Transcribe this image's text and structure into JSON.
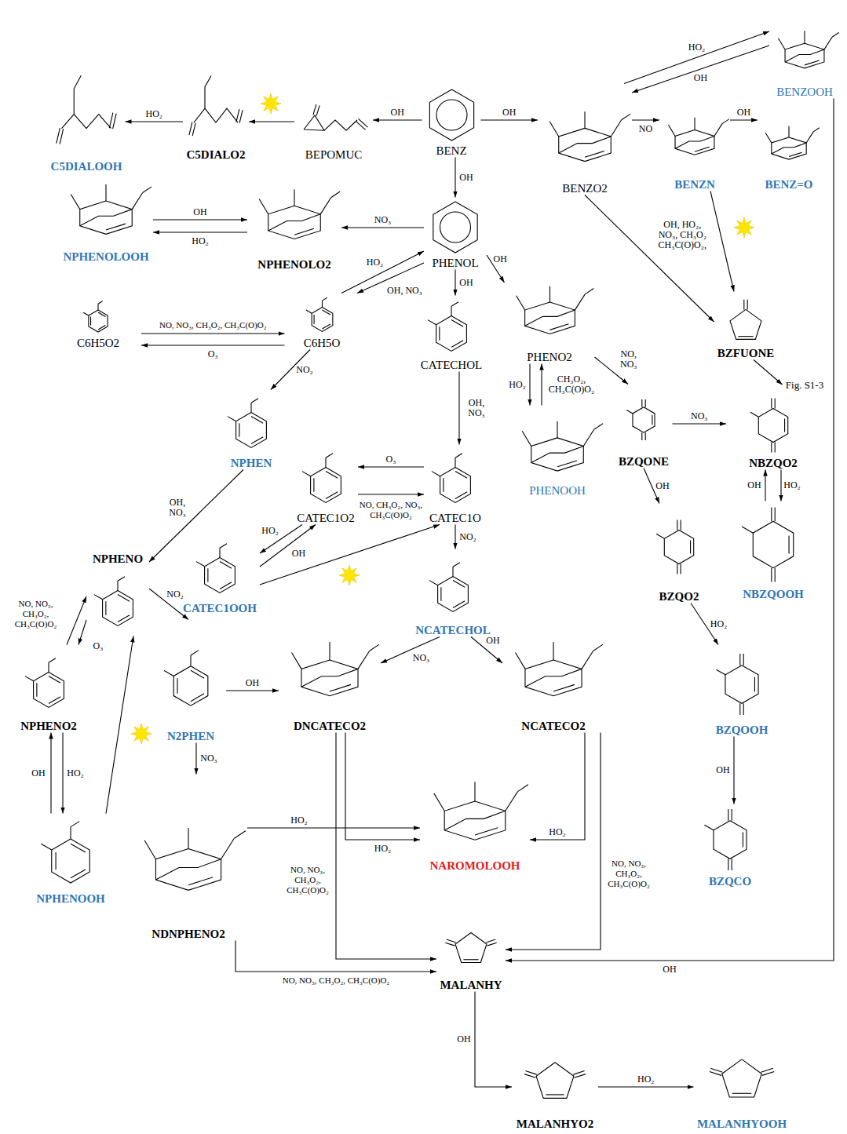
{
  "diagram": {
    "nodes": [
      {
        "text": [
          "BENZ"
        ]
      },
      {
        "text": [
          "BEPOMUC"
        ]
      },
      {
        "text": [
          "C5DIALO2"
        ]
      },
      {
        "text": [
          "C5DIALOOH"
        ]
      },
      {
        "text": [
          "BENZO2"
        ]
      },
      {
        "text": [
          "BENZOOH"
        ]
      },
      {
        "text": [
          "BENZN"
        ]
      },
      {
        "text": [
          "BENZ=O"
        ]
      },
      {
        "text": [
          "PHENOL"
        ]
      },
      {
        "text": [
          "NPHENOLO2"
        ]
      },
      {
        "text": [
          "NPHENOLOOH"
        ]
      },
      {
        "text": [
          "C6H5O2"
        ]
      },
      {
        "text": [
          "C6H5O"
        ]
      },
      {
        "text": [
          "CATECHOL"
        ]
      },
      {
        "text": [
          "PHENO2"
        ]
      },
      {
        "text": [
          "PHENOOH"
        ]
      },
      {
        "text": [
          "BZFUONE"
        ]
      },
      {
        "text": [
          "Fig. S1-3"
        ]
      },
      {
        "text": [
          "BZQONE"
        ]
      },
      {
        "text": [
          "NBZQO2"
        ]
      },
      {
        "text": [
          "NBZQOOH"
        ]
      },
      {
        "text": [
          "NPHEN"
        ]
      },
      {
        "text": [
          "CATEC1O2"
        ]
      },
      {
        "text": [
          "CATEC1O"
        ]
      },
      {
        "text": [
          "CATEC1OOH"
        ]
      },
      {
        "text": [
          "NPHENO"
        ]
      },
      {
        "text": [
          "NCATECHOL"
        ]
      },
      {
        "text": [
          "BZQO2"
        ]
      },
      {
        "text": [
          "NPHENO2"
        ]
      },
      {
        "text": [
          "N2PHEN"
        ]
      },
      {
        "text": [
          "DNCATECO2"
        ]
      },
      {
        "text": [
          "NCATECO2"
        ]
      },
      {
        "text": [
          "BZQOOH"
        ]
      },
      {
        "text": [
          "NAROMOLOOH"
        ]
      },
      {
        "text": [
          "BZQCO"
        ]
      },
      {
        "text": [
          "NPHENOOH"
        ]
      },
      {
        "text": [
          "NDNPHENO2"
        ]
      },
      {
        "text": [
          "MALANHY"
        ]
      },
      {
        "text": [
          "MALANHYO2"
        ]
      },
      {
        "text": [
          "MALANHYOOH"
        ]
      }
    ],
    "edges": [
      {
        "from": 0,
        "to": 1,
        "arrow": "to",
        "label": "OH"
      },
      {
        "from": 1,
        "to": 2,
        "arrow": "to"
      },
      {
        "from": 2,
        "to": 3,
        "arrow": "to",
        "label": "HO₂"
      },
      {
        "from": 0,
        "to": 4,
        "arrow": "to",
        "label": "OH"
      },
      {
        "from": 4,
        "to": 5,
        "arrow": "to",
        "label": "HO₂"
      },
      {
        "from": 5,
        "to": 4,
        "arrow": "to",
        "label": "OH"
      },
      {
        "from": 4,
        "to": 6,
        "arrow": "to",
        "label": "NO"
      },
      {
        "from": 6,
        "to": 7,
        "arrow": "to",
        "label": "OH"
      },
      {
        "from": 6,
        "to": 16,
        "arrow": "to"
      },
      {
        "from": 4,
        "to": 16,
        "arrow": "to",
        "label": "OH, HO₂, NO₃, CH₃O₂ CH₃C(O)O₂,"
      },
      {
        "from": 5,
        "to": 37,
        "arrow": "to",
        "label": "OH"
      },
      {
        "from": 16,
        "to": 17,
        "arrow": "to"
      },
      {
        "from": 0,
        "to": 8,
        "arrow": "to",
        "label": "OH"
      },
      {
        "from": 8,
        "to": 9,
        "arrow": "to",
        "label": "NO₃"
      },
      {
        "from": 10,
        "to": 9,
        "arrow": "to",
        "label": "OH"
      },
      {
        "from": 9,
        "to": 10,
        "arrow": "to",
        "label": "HO₂"
      },
      {
        "from": 8,
        "to": 12,
        "arrow": "to",
        "label": "OH, NO₃"
      },
      {
        "from": 12,
        "to": 8,
        "arrow": "to",
        "label": "HO₂"
      },
      {
        "from": 11,
        "to": 12,
        "arrow": "to",
        "label": "NO, NO₃, CH₃O₂, CH₃C(O)O₂"
      },
      {
        "from": 12,
        "to": 11,
        "arrow": "to",
        "label": "O₃"
      },
      {
        "from": 8,
        "to": 13,
        "arrow": "to",
        "label": "OH"
      },
      {
        "from": 8,
        "to": 14,
        "arrow": "to",
        "label": "OH"
      },
      {
        "from": 14,
        "to": 15,
        "arrow": "to",
        "label": "HO₂"
      },
      {
        "from": 15,
        "to": 14,
        "arrow": "to"
      },
      {
        "from": 14,
        "to": 18,
        "arrow": "to",
        "label": "NO, NO₃"
      },
      {
        "from": 18,
        "to": 19,
        "arrow": "to",
        "label": "NO₃"
      },
      {
        "from": 19,
        "to": 20,
        "arrow": "to",
        "label": "HO₂"
      },
      {
        "from": 20,
        "to": 19,
        "arrow": "to",
        "label": "OH"
      },
      {
        "from": 18,
        "to": 27,
        "arrow": "to",
        "label": "OH"
      },
      {
        "from": 27,
        "to": 32,
        "arrow": "to",
        "label": "HO₂"
      },
      {
        "from": 32,
        "to": 34,
        "arrow": "to",
        "label": "OH"
      },
      {
        "from": 12,
        "to": 21,
        "arrow": "to",
        "label": "NO₂"
      },
      {
        "from": 13,
        "to": 23,
        "arrow": "to",
        "label": "OH, NO₃"
      },
      {
        "from": 23,
        "to": 22,
        "arrow": "to",
        "label": "O₃"
      },
      {
        "from": 22,
        "to": 23,
        "arrow": "to",
        "label": "NO, CH₃O₂, NO₃, CH₃C(O)O₂"
      },
      {
        "from": 22,
        "to": 24,
        "arrow": "to",
        "label": "HO₂"
      },
      {
        "from": 24,
        "to": 22,
        "arrow": "to",
        "label": "OH"
      },
      {
        "from": 24,
        "to": 23,
        "arrow": "to"
      },
      {
        "from": 23,
        "to": 26,
        "arrow": "to",
        "label": "NO₂"
      },
      {
        "from": 21,
        "to": 25,
        "arrow": "to",
        "label": "OH, NO₃"
      },
      {
        "from": 28,
        "to": 25,
        "arrow": "to",
        "label": "NO, NO₃, CH₃O₂, CH₃C(O)O₂"
      },
      {
        "from": 25,
        "to": 28,
        "arrow": "to",
        "label": "O₃"
      },
      {
        "from": 28,
        "to": 35,
        "arrow": "to",
        "label": "HO₂"
      },
      {
        "from": 35,
        "to": 28,
        "arrow": "to",
        "label": "OH"
      },
      {
        "from": 35,
        "to": 25,
        "arrow": "to"
      },
      {
        "from": 25,
        "to": 29,
        "arrow": "to",
        "label": "NO₂"
      },
      {
        "from": 29,
        "to": 30,
        "arrow": "to",
        "label": "OH"
      },
      {
        "from": 29,
        "to": 36,
        "arrow": "to",
        "label": "NO₃"
      },
      {
        "from": 26,
        "to": 30,
        "arrow": "to",
        "label": "NO₃"
      },
      {
        "from": 26,
        "to": 31,
        "arrow": "to",
        "label": "OH"
      },
      {
        "from": 30,
        "to": 33,
        "arrow": "to",
        "label": "HO₂"
      },
      {
        "from": 36,
        "to": 33,
        "arrow": "to",
        "label": "HO₂"
      },
      {
        "from": 30,
        "to": 37,
        "arrow": "to",
        "label": "NO, NO₃, CH₃O₂, CH₃C(O)O₂"
      },
      {
        "from": 36,
        "to": 37,
        "arrow": "to",
        "label": "NO, NO₃, CH₃O₂, CH₃C(O)O₂"
      },
      {
        "from": 31,
        "to": 33,
        "arrow": "to",
        "label": "HO₂"
      },
      {
        "from": 31,
        "to": 37,
        "arrow": "to",
        "label": "NO, NO₃, CH₃O₂, CH₃C(O)O₂"
      },
      {
        "from": 37,
        "to": 38,
        "arrow": "to",
        "label": "OH"
      },
      {
        "from": 38,
        "to": 39,
        "arrow": "to",
        "label": "HO₂"
      }
    ],
    "labels": [
      "CH₃O₂, CH₃C(O)O₂"
    ]
  }
}
